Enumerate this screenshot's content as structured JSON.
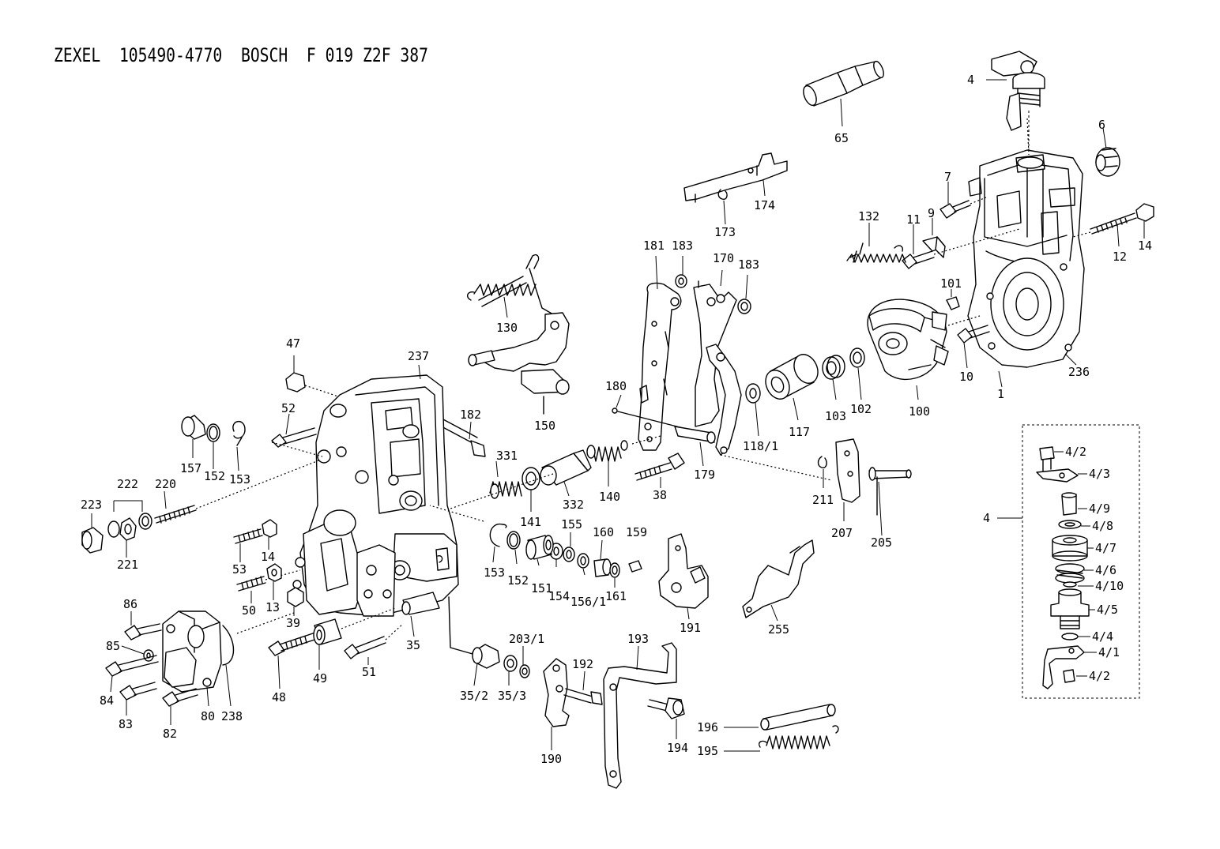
{
  "header": {
    "title": "ZEXEL  105490-4770  BOSCH  F 019 Z2F 387"
  },
  "callouts": {
    "c1": "1",
    "c4": "4",
    "c4b": "4",
    "c6": "6",
    "c7": "7",
    "c9": "9",
    "c10": "10",
    "c11": "11",
    "c12": "12",
    "c13": "13",
    "c14a": "14",
    "c14b": "14",
    "c35": "35",
    "c35_2": "35/2",
    "c35_3": "35/3",
    "c38": "38",
    "c39": "39",
    "c47": "47",
    "c48": "48",
    "c49": "49",
    "c50": "50",
    "c51": "51",
    "c52": "52",
    "c53": "53",
    "c65": "65",
    "c80": "80",
    "c82": "82",
    "c83": "83",
    "c84": "84",
    "c85": "85",
    "c86": "86",
    "c100": "100",
    "c101": "101",
    "c102": "102",
    "c103": "103",
    "c117": "117",
    "c118_1": "118/1",
    "c130": "130",
    "c132": "132",
    "c140": "140",
    "c141": "141",
    "c150": "150",
    "c151": "151",
    "c152a": "152",
    "c152b": "152",
    "c153a": "153",
    "c153b": "153",
    "c154": "154",
    "c155": "155",
    "c156_1": "156/1",
    "c157": "157",
    "c159": "159",
    "c160": "160",
    "c161": "161",
    "c170": "170",
    "c173": "173",
    "c174": "174",
    "c179": "179",
    "c180": "180",
    "c181": "181",
    "c182": "182",
    "c183a": "183",
    "c183b": "183",
    "c190": "190",
    "c191": "191",
    "c192": "192",
    "c193": "193",
    "c194": "194",
    "c195": "195",
    "c196": "196",
    "c203_1": "203/1",
    "c205": "205",
    "c207": "207",
    "c211": "211",
    "c220": "220",
    "c221": "221",
    "c222": "222",
    "c223": "223",
    "c236": "236",
    "c237": "237",
    "c238": "238",
    "c255": "255",
    "c331": "331",
    "c332": "332",
    "i4_1": "4/1",
    "i4_2a": "4/2",
    "i4_2b": "4/2",
    "i4_3": "4/3",
    "i4_4": "4/4",
    "i4_5": "4/5",
    "i4_6": "4/6",
    "i4_7": "4/7",
    "i4_8": "4/8",
    "i4_9": "4/9",
    "i4_10": "4/10"
  }
}
